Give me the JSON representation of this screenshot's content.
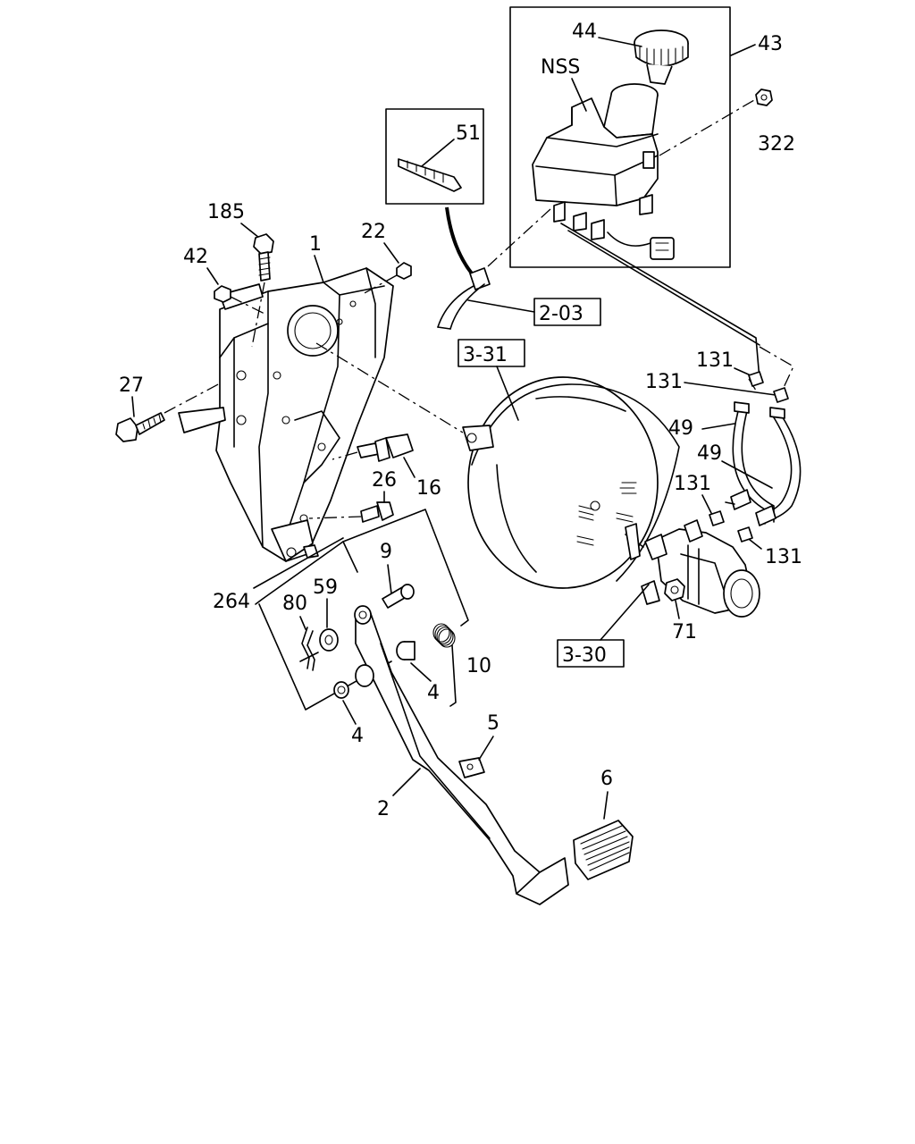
{
  "labels": {
    "l44": "44",
    "l43": "43",
    "lNSS": "NSS",
    "l322": "322",
    "l51": "51",
    "l185": "185",
    "l1": "1",
    "l22": "22",
    "l42": "42",
    "l27": "27",
    "l16": "16",
    "l26": "26",
    "l9": "9",
    "l264": "264",
    "l80": "80",
    "l59": "59",
    "l10": "10",
    "l4a": "4",
    "l4b": "4",
    "l5": "5",
    "l2": "2",
    "l6": "6",
    "l131a": "131",
    "l131b": "131",
    "l131c": "131",
    "l131d": "131",
    "l49a": "49",
    "l49b": "49",
    "l71": "71"
  },
  "refs": {
    "r203": "2-03",
    "r331": "3-31",
    "r330": "3-30"
  }
}
